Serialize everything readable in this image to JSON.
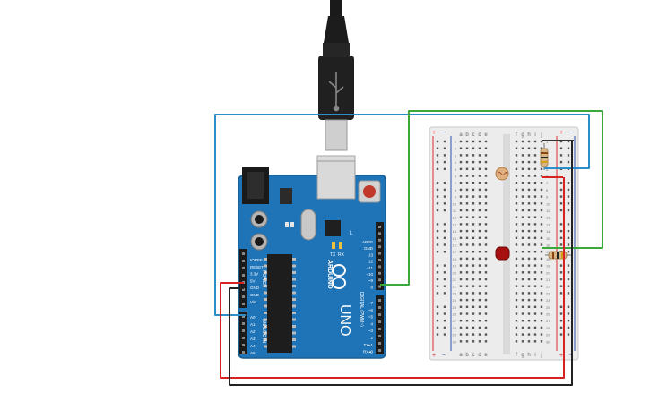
{
  "colors": {
    "canvas_bg": "#ffffff",
    "board_blue": "#1f74b7",
    "breadboard_bg": "#ececec",
    "wire_blue": "#2b8fc9",
    "wire_green": "#3aa83a",
    "wire_red": "#d62222",
    "wire_black": "#222222",
    "rail_red": "#e02a2a",
    "rail_blue": "#2a4fb0"
  },
  "arduino": {
    "brand": "ARDUINO",
    "model": "UNO",
    "tx": "TX",
    "rx": "RX",
    "l_led": "L",
    "power_group": "POWER",
    "analog_group": "ANALOG IN",
    "digital_group": "DIGITAL (PWM~)",
    "power_pins": [
      "IOREF",
      "RESET",
      "3.3V",
      "5V",
      "GND",
      "GND",
      "Vin"
    ],
    "analog_pins": [
      "A0",
      "A1",
      "A2",
      "A3",
      "A4",
      "A5"
    ],
    "top_header_pins": [
      "AREF",
      "GND",
      "13",
      "12",
      "~11",
      "~10",
      "~9",
      "8"
    ],
    "bottom_header_pins": [
      "7",
      "~6",
      "~5",
      "4",
      "~3",
      "2",
      "TX▸1",
      "RX◂0"
    ]
  },
  "breadboard": {
    "plus": "+",
    "minus": "−",
    "col_labels_left": [
      "a",
      "b",
      "c",
      "d",
      "e"
    ],
    "col_labels_right": [
      "f",
      "g",
      "h",
      "i",
      "j"
    ],
    "row_count": 30
  },
  "components": {
    "usb_cable": "usb-cable",
    "photoresistor": "photoresistor",
    "led": "red-led",
    "resistor_top": "resistor",
    "resistor_mid": "resistor"
  }
}
